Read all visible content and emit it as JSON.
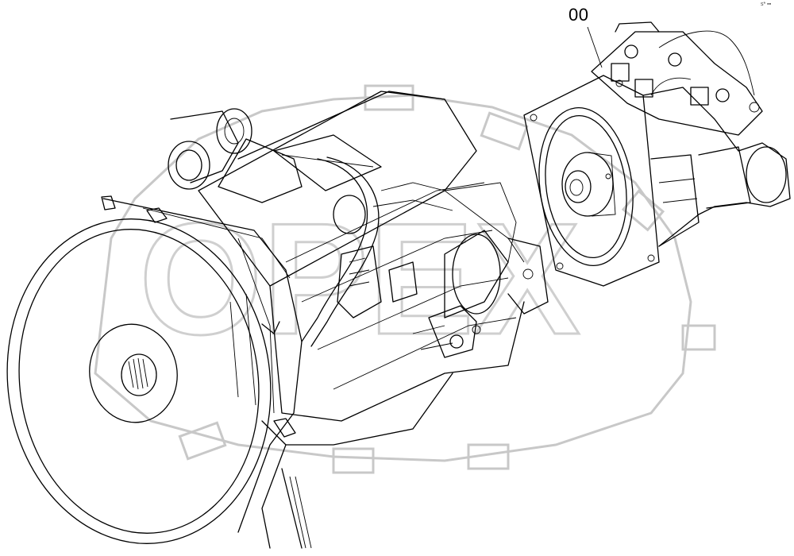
{
  "callout": {
    "label": "00"
  },
  "corner_mark": "s* ▪▪",
  "watermark": {
    "text": "OPEX"
  },
  "colors": {
    "line": "#000000",
    "watermark": "#c8c8c8",
    "background": "#ffffff"
  }
}
